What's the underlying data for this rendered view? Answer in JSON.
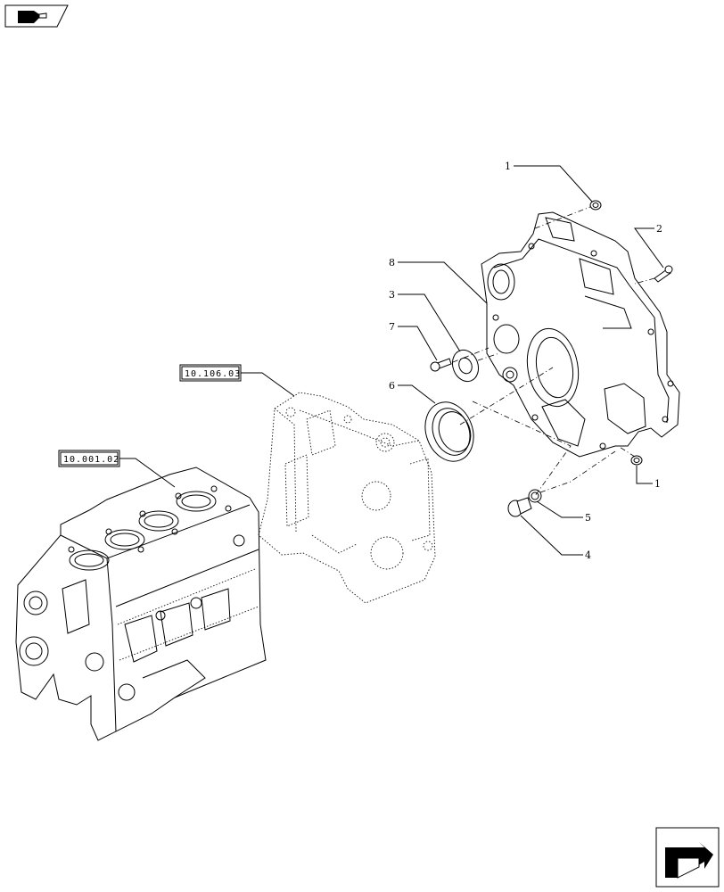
{
  "callouts": [
    {
      "num": "1"
    },
    {
      "num": "2"
    },
    {
      "num": "8"
    },
    {
      "num": "3"
    },
    {
      "num": "7"
    },
    {
      "num": "6"
    },
    {
      "num": "1"
    },
    {
      "num": "5"
    },
    {
      "num": "4"
    }
  ],
  "references": [
    {
      "code": "10.106.03"
    },
    {
      "code": "10.001.02"
    }
  ],
  "icons": {
    "top_left": "book-icon",
    "bottom_right": "next-page-arrow-icon"
  },
  "colors": {
    "line": "#000000",
    "background": "#ffffff"
  }
}
